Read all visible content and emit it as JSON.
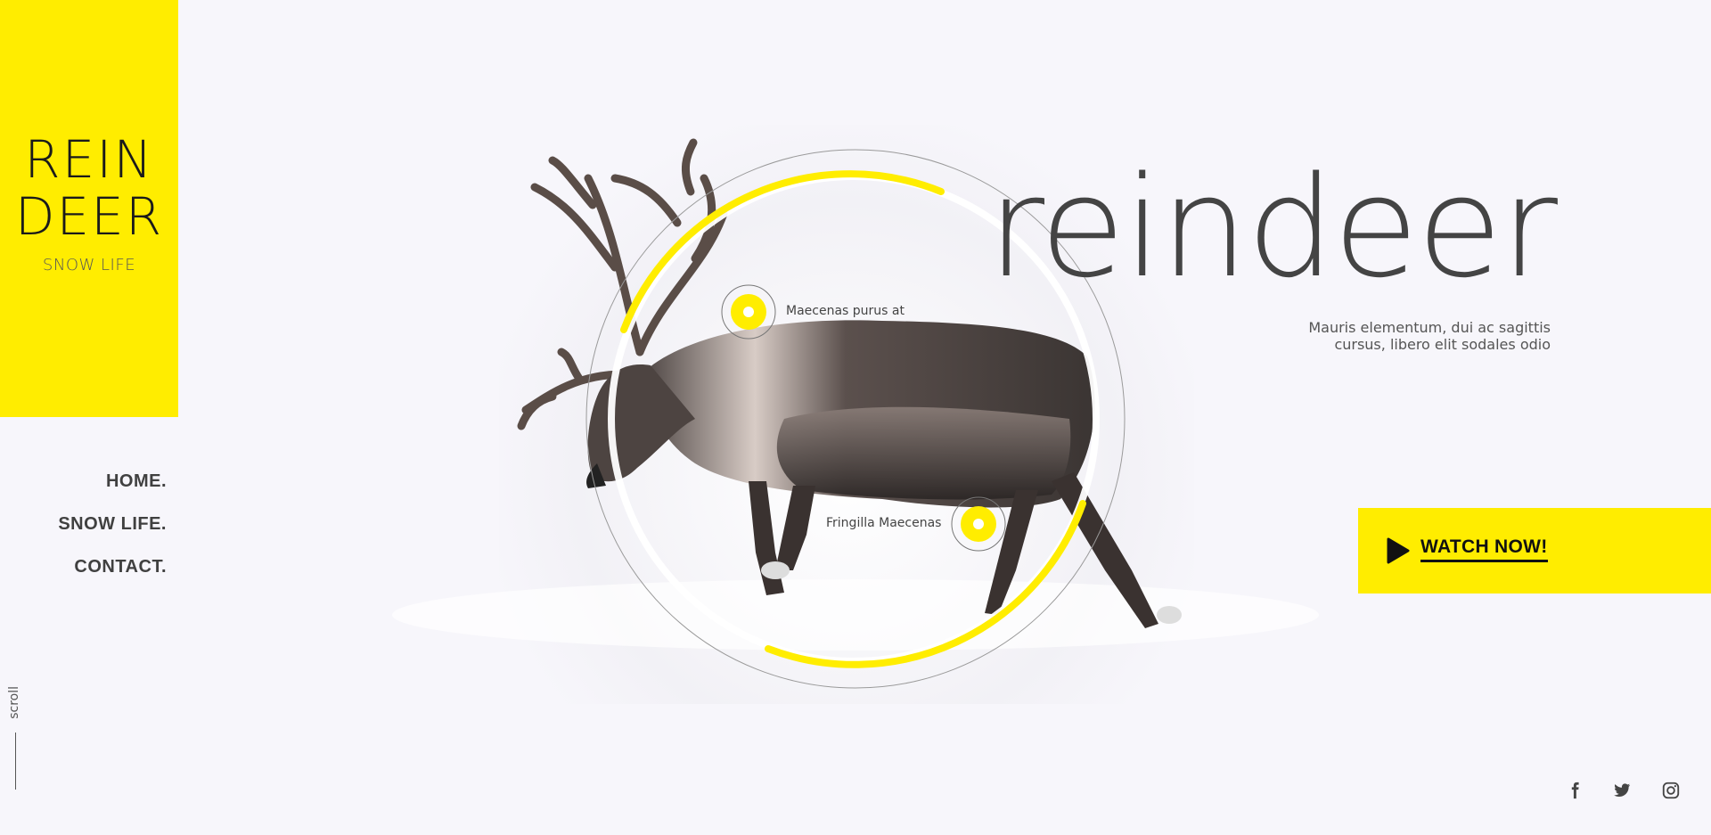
{
  "logo": {
    "line1": "REIN",
    "line2": "DEER",
    "tagline": "SNOW LIFE"
  },
  "nav": {
    "items": [
      {
        "label": "HOME."
      },
      {
        "label": "SNOW LIFE."
      },
      {
        "label": "CONTACT."
      }
    ]
  },
  "scroll": {
    "label": "scroll"
  },
  "hero": {
    "title": "reindeer",
    "subtitle_line1": "Mauris elementum, dui ac sagittis",
    "subtitle_line2": "cursus, libero elit sodales odio"
  },
  "callouts": [
    {
      "label": "Maecenas purus at"
    },
    {
      "label": "Fringilla Maecenas"
    }
  ],
  "cta": {
    "label": "WATCH NOW!",
    "icon": "play-icon"
  },
  "social": [
    {
      "icon": "facebook-icon"
    },
    {
      "icon": "twitter-icon"
    },
    {
      "icon": "instagram-icon"
    }
  ],
  "colors": {
    "accent": "#ffed00",
    "text": "#404040",
    "background": "#f7f6fb"
  }
}
